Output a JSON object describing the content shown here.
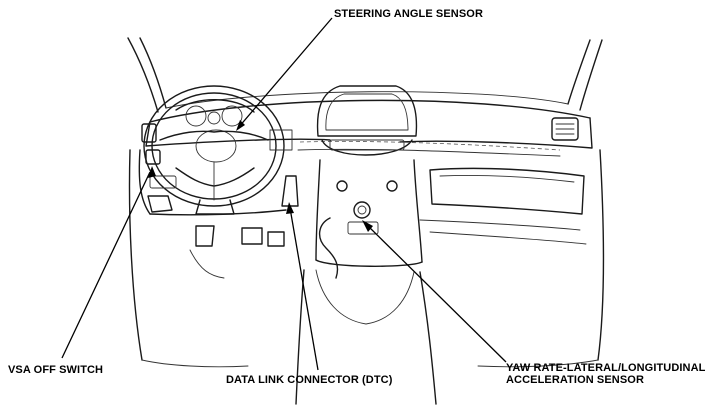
{
  "labels": {
    "steering_angle_sensor": "STEERING ANGLE SENSOR",
    "vsa_off_switch": "VSA OFF SWITCH",
    "data_link_connector": "DATA LINK CONNECTOR (DTC)",
    "yaw_rate_line1": "YAW RATE-LATERAL/LONGITUDINAL",
    "yaw_rate_line2": "ACCELERATION SENSOR"
  }
}
